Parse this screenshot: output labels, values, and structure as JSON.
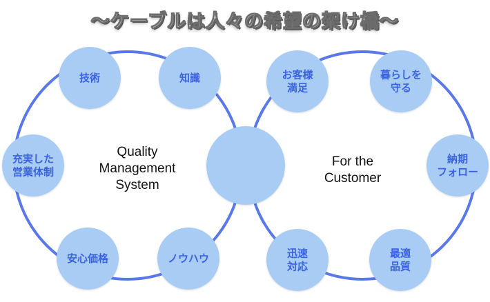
{
  "title": "～ケーブルは人々の希望の架け橋～",
  "colors": {
    "ring": "#5a78e8",
    "node_fill": "#a9ccf4",
    "node_text": "#3b63e0",
    "center_text": "#111111"
  },
  "left_ring": {
    "label_lines": [
      "Quality",
      "Management",
      "System"
    ],
    "nodes": [
      {
        "lines": [
          "技術"
        ]
      },
      {
        "lines": [
          "知識"
        ]
      },
      {
        "lines": [
          "充実した",
          "営業体制"
        ]
      },
      {
        "lines": [
          "安心価格"
        ]
      },
      {
        "lines": [
          "ノウハウ"
        ]
      }
    ]
  },
  "right_ring": {
    "label_lines": [
      "For the",
      "Customer"
    ],
    "nodes": [
      {
        "lines": [
          "お客様",
          "満足"
        ]
      },
      {
        "lines": [
          "暮らしを",
          "守る"
        ]
      },
      {
        "lines": [
          "納期",
          "フォロー"
        ]
      },
      {
        "lines": [
          "迅速",
          "対応"
        ]
      },
      {
        "lines": [
          "最適",
          "品質"
        ]
      }
    ]
  },
  "center_node": {
    "lines": []
  }
}
